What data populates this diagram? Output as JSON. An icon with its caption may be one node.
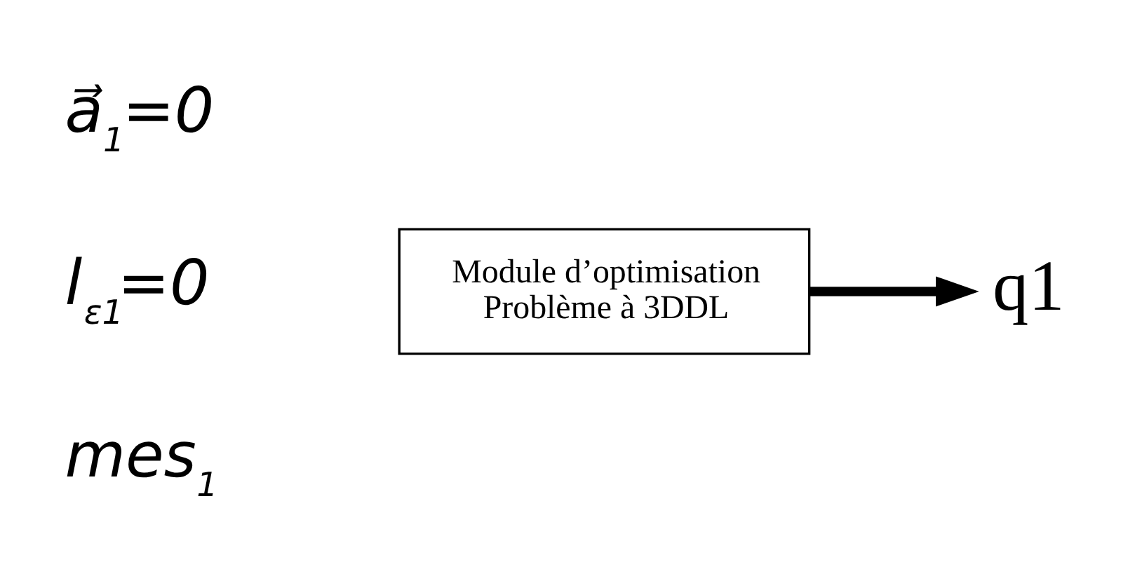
{
  "diagram": {
    "nodes": [
      {
        "text": [
          "Module d’optimisation",
          "Problème à 3DDL"
        ]
      },
      {
        "text": [
          "q1"
        ]
      }
    ],
    "edges": [
      {
        "from": 0,
        "to": 1,
        "arrow": "to"
      }
    ],
    "labels": [
      "a⃗$_{1}$=0",
      "l$_{ε1}$=0",
      "mes$_{1}$"
    ]
  }
}
